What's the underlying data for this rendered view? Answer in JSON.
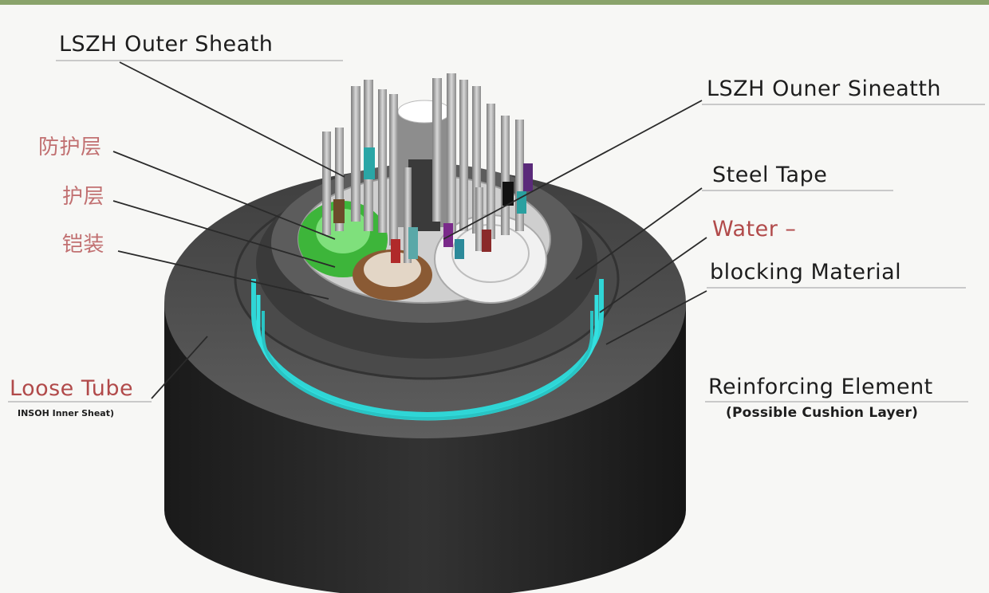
{
  "labels": {
    "outer_sheath_top": "LSZH  Outer Sheath",
    "outer_sheath_right": "LSZH  Ouner Sineatth",
    "cjk_1": "防护层",
    "cjk_2": "护层",
    "cjk_3": "铠装",
    "steel_tape": "Steel Tape",
    "water_line1": "Water –",
    "water_line2": "blocking Material",
    "loose_tube": "Loose Tube",
    "inner_sheath": "INSOH  Inner Sheat)",
    "reinforcing": "Reinforcing Element",
    "cushion": "(Possible  Cushion Layer)"
  },
  "colors": {
    "cable_jacket": "#2b2b2b",
    "cable_top": "#5a5a5a",
    "water_blocking": "#2fd6d6",
    "tube_green": "#3db53a",
    "tube_brown": "#8a5a34",
    "accent_red": "#b14a4a"
  }
}
